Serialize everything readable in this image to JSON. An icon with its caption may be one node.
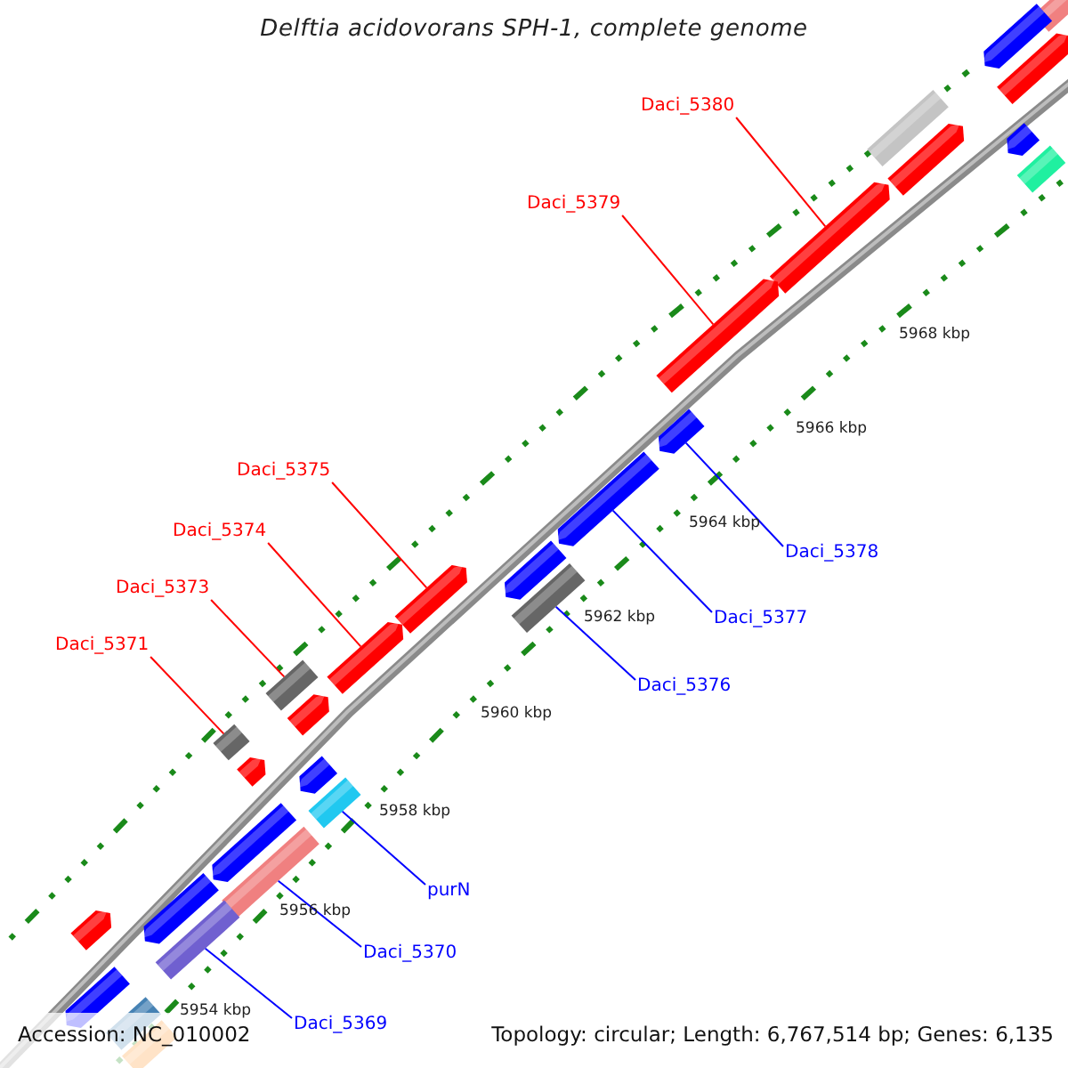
{
  "diagram": {
    "title": "Delftia acidovorans SPH-1, complete genome",
    "nodes": [
      {
        "text": [
          "Daci_5380"
        ]
      },
      {
        "text": [
          "Daci_5379"
        ]
      },
      {
        "text": [
          "Daci_5375"
        ]
      },
      {
        "text": [
          "Daci_5374"
        ]
      },
      {
        "text": [
          "Daci_5373"
        ]
      },
      {
        "text": [
          "Daci_5371"
        ]
      },
      {
        "text": [
          "Daci_5378"
        ]
      },
      {
        "text": [
          "Daci_5377"
        ]
      },
      {
        "text": [
          "Daci_5376"
        ]
      },
      {
        "text": [
          "purN"
        ]
      },
      {
        "text": [
          "Daci_5370"
        ]
      },
      {
        "text": [
          "Daci_5369"
        ]
      },
      {
        "text": [],
        "shape": "bar"
      },
      {
        "text": [],
        "shape": "pentagon"
      },
      {
        "text": [],
        "shape": "pentagon"
      },
      {
        "text": [],
        "shape": "bar"
      },
      {
        "text": [],
        "shape": "pentagon"
      },
      {
        "text": [],
        "shape": "pentagon"
      },
      {
        "text": [],
        "shape": "bar"
      },
      {
        "text": [],
        "shape": "pentagon"
      },
      {
        "text": [],
        "shape": "pentagon"
      },
      {
        "text": [],
        "shape": "pentagon"
      },
      {
        "text": [],
        "shape": "pentagon"
      },
      {
        "text": [],
        "shape": "pentagon"
      },
      {
        "text": [],
        "shape": "pentagon"
      },
      {
        "text": [],
        "shape": "bar"
      },
      {
        "text": [],
        "shape": "pentagon"
      },
      {
        "text": [],
        "shape": "bar"
      },
      {
        "text": [],
        "shape": "pentagon"
      },
      {
        "text": [],
        "shape": "bar"
      },
      {
        "text": [],
        "shape": "pentagon"
      },
      {
        "text": [],
        "shape": "pentagon"
      },
      {
        "text": [],
        "shape": "bar"
      },
      {
        "text": [],
        "shape": "pentagon"
      },
      {
        "text": [],
        "shape": "bar"
      },
      {
        "text": [],
        "shape": "pentagon"
      },
      {
        "text": [],
        "shape": "pentagon"
      },
      {
        "text": [],
        "shape": "bar"
      },
      {
        "text": [],
        "shape": "pentagon"
      },
      {
        "text": [],
        "shape": "bar"
      },
      {
        "text": [],
        "shape": "bar"
      }
    ],
    "edges": [
      {
        "from": 0,
        "to": 19,
        "arrow": "none",
        "color": "#ff0000"
      },
      {
        "from": 1,
        "to": 20,
        "arrow": "none",
        "color": "#ff0000"
      },
      {
        "from": 2,
        "to": 24,
        "arrow": "none",
        "color": "#ff0000"
      },
      {
        "from": 3,
        "to": 26,
        "arrow": "none",
        "color": "#ff0000"
      },
      {
        "from": 4,
        "to": 27,
        "arrow": "none",
        "color": "#ff0000"
      },
      {
        "from": 5,
        "to": 29,
        "arrow": "none",
        "color": "#ff0000"
      },
      {
        "from": 6,
        "to": 21,
        "arrow": "none",
        "color": "#0000ff"
      },
      {
        "from": 7,
        "to": 22,
        "arrow": "none",
        "color": "#0000ff"
      },
      {
        "from": 8,
        "to": 25,
        "arrow": "none",
        "color": "#0000ff"
      },
      {
        "from": 9,
        "to": 32,
        "arrow": "none",
        "color": "#0000ff"
      },
      {
        "from": 10,
        "to": 34,
        "arrow": "none",
        "color": "#0000ff"
      },
      {
        "from": 11,
        "to": 37,
        "arrow": "none",
        "color": "#0000ff"
      }
    ],
    "labels": [
      "5968 kbp",
      "5966 kbp",
      "5964 kbp",
      "5962 kbp",
      "5960 kbp",
      "5958 kbp",
      "5956 kbp",
      "5954 kbp",
      "Accession: NC_010002",
      "Topology: circular; Length: 6,767,514 bp; Genes: 6,135"
    ]
  }
}
